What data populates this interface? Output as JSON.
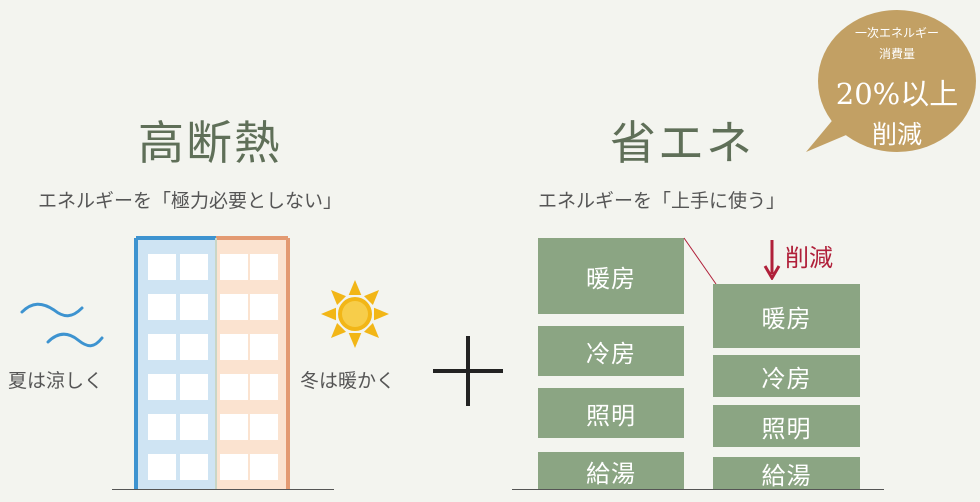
{
  "left": {
    "title": "高断熱",
    "subtitle": "エネルギーを「極力必要としない」",
    "summer_label": "夏は涼しく",
    "winter_label": "冬は暖かく"
  },
  "plus_symbol": "+",
  "right": {
    "title": "省エネ",
    "subtitle": "エネルギーを「上手に使う」",
    "before_bars": [
      "暖房",
      "冷房",
      "照明",
      "給湯"
    ],
    "after_bars": [
      "暖房",
      "冷房",
      "照明",
      "給湯"
    ],
    "reduction_label": "削減"
  },
  "badge": {
    "line1": "一次エネルギー",
    "line2": "消費量",
    "line3": "20%以上",
    "line4": "削減"
  },
  "colors": {
    "bar_green": "#8ba583",
    "title_green": "#5f6f58",
    "badge_gold": "#c2a064",
    "accent_red": "#b0203a",
    "cool_blue": "#3d93d0",
    "warm_orange": "#e39a72",
    "sun_yellow": "#f2b617"
  }
}
